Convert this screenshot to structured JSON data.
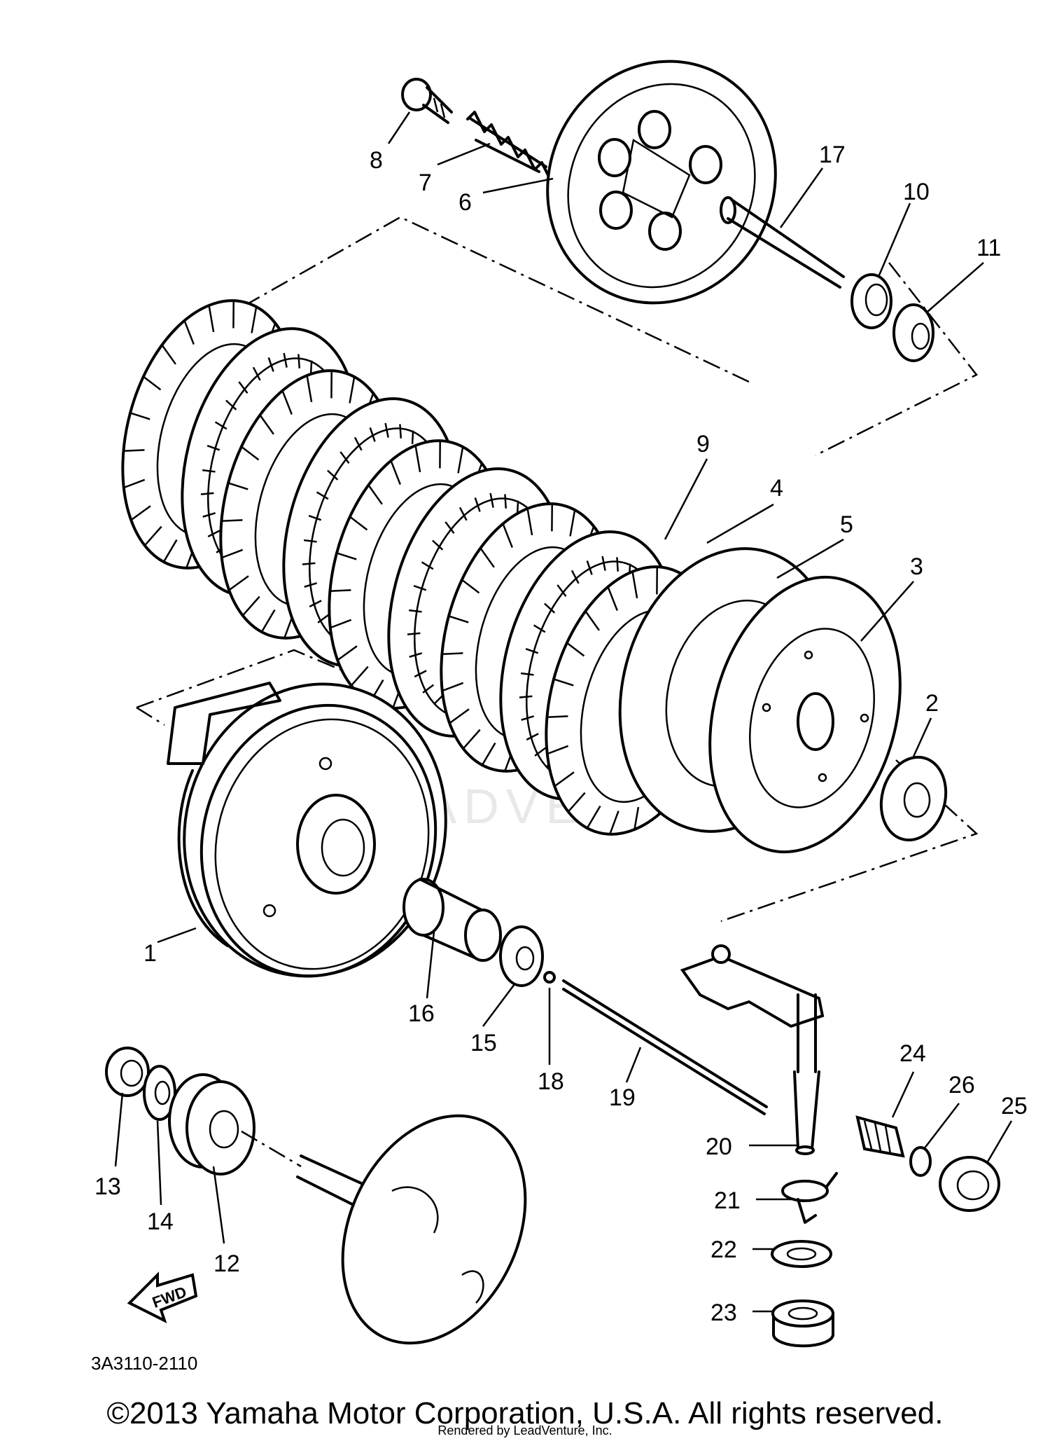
{
  "callouts": [
    {
      "id": "c1",
      "text": "1"
    },
    {
      "id": "c2",
      "text": "2"
    },
    {
      "id": "c3",
      "text": "3"
    },
    {
      "id": "c4",
      "text": "4"
    },
    {
      "id": "c5",
      "text": "5"
    },
    {
      "id": "c6",
      "text": "6"
    },
    {
      "id": "c7",
      "text": "7"
    },
    {
      "id": "c8",
      "text": "8"
    },
    {
      "id": "c9",
      "text": "9"
    },
    {
      "id": "c10",
      "text": "10"
    },
    {
      "id": "c11",
      "text": "11"
    },
    {
      "id": "c12",
      "text": "12"
    },
    {
      "id": "c13",
      "text": "13"
    },
    {
      "id": "c14",
      "text": "14"
    },
    {
      "id": "c15",
      "text": "15"
    },
    {
      "id": "c16",
      "text": "16"
    },
    {
      "id": "c17",
      "text": "17"
    },
    {
      "id": "c18",
      "text": "18"
    },
    {
      "id": "c19",
      "text": "19"
    },
    {
      "id": "c20",
      "text": "20"
    },
    {
      "id": "c21",
      "text": "21"
    },
    {
      "id": "c22",
      "text": "22"
    },
    {
      "id": "c23",
      "text": "23"
    },
    {
      "id": "c24",
      "text": "24"
    },
    {
      "id": "c25",
      "text": "25"
    },
    {
      "id": "c26",
      "text": "26"
    }
  ],
  "fwd_label": "FWD",
  "drawing_number": "3A3110-2110",
  "watermark": "LEADVENTURE",
  "copyright": "©2013 Yamaha Motor Corporation, U.S.A. All rights reserved.",
  "rendered_by": "Rendered by LeadVenture, Inc."
}
